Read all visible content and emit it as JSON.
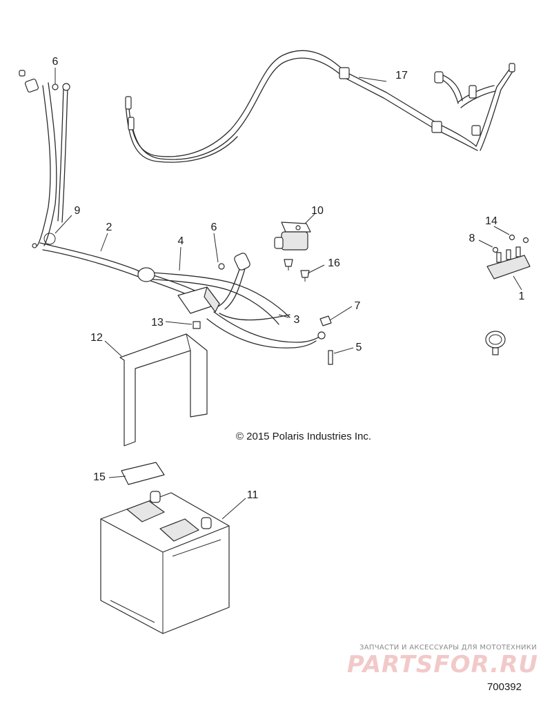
{
  "callouts": [
    {
      "id": "c6a",
      "label": "6"
    },
    {
      "id": "c17",
      "label": "17"
    },
    {
      "id": "c9",
      "label": "9"
    },
    {
      "id": "c2",
      "label": "2"
    },
    {
      "id": "c4",
      "label": "4"
    },
    {
      "id": "c6b",
      "label": "6"
    },
    {
      "id": "c10",
      "label": "10"
    },
    {
      "id": "c14",
      "label": "14"
    },
    {
      "id": "c8",
      "label": "8"
    },
    {
      "id": "c16",
      "label": "16"
    },
    {
      "id": "c1",
      "label": "1"
    },
    {
      "id": "c13",
      "label": "13"
    },
    {
      "id": "c3",
      "label": "3"
    },
    {
      "id": "c7",
      "label": "7"
    },
    {
      "id": "c12",
      "label": "12"
    },
    {
      "id": "c5",
      "label": "5"
    },
    {
      "id": "c15",
      "label": "15"
    },
    {
      "id": "c11",
      "label": "11"
    }
  ],
  "copyright": "© 2015 Polaris Industries Inc.",
  "diagram_id": "700392",
  "watermark": {
    "tagline": "ЗАПЧАСТИ И АКСЕССУАРЫ ДЛЯ МОТОТЕХНИКИ",
    "brand": "PARTSFOR.RU"
  }
}
